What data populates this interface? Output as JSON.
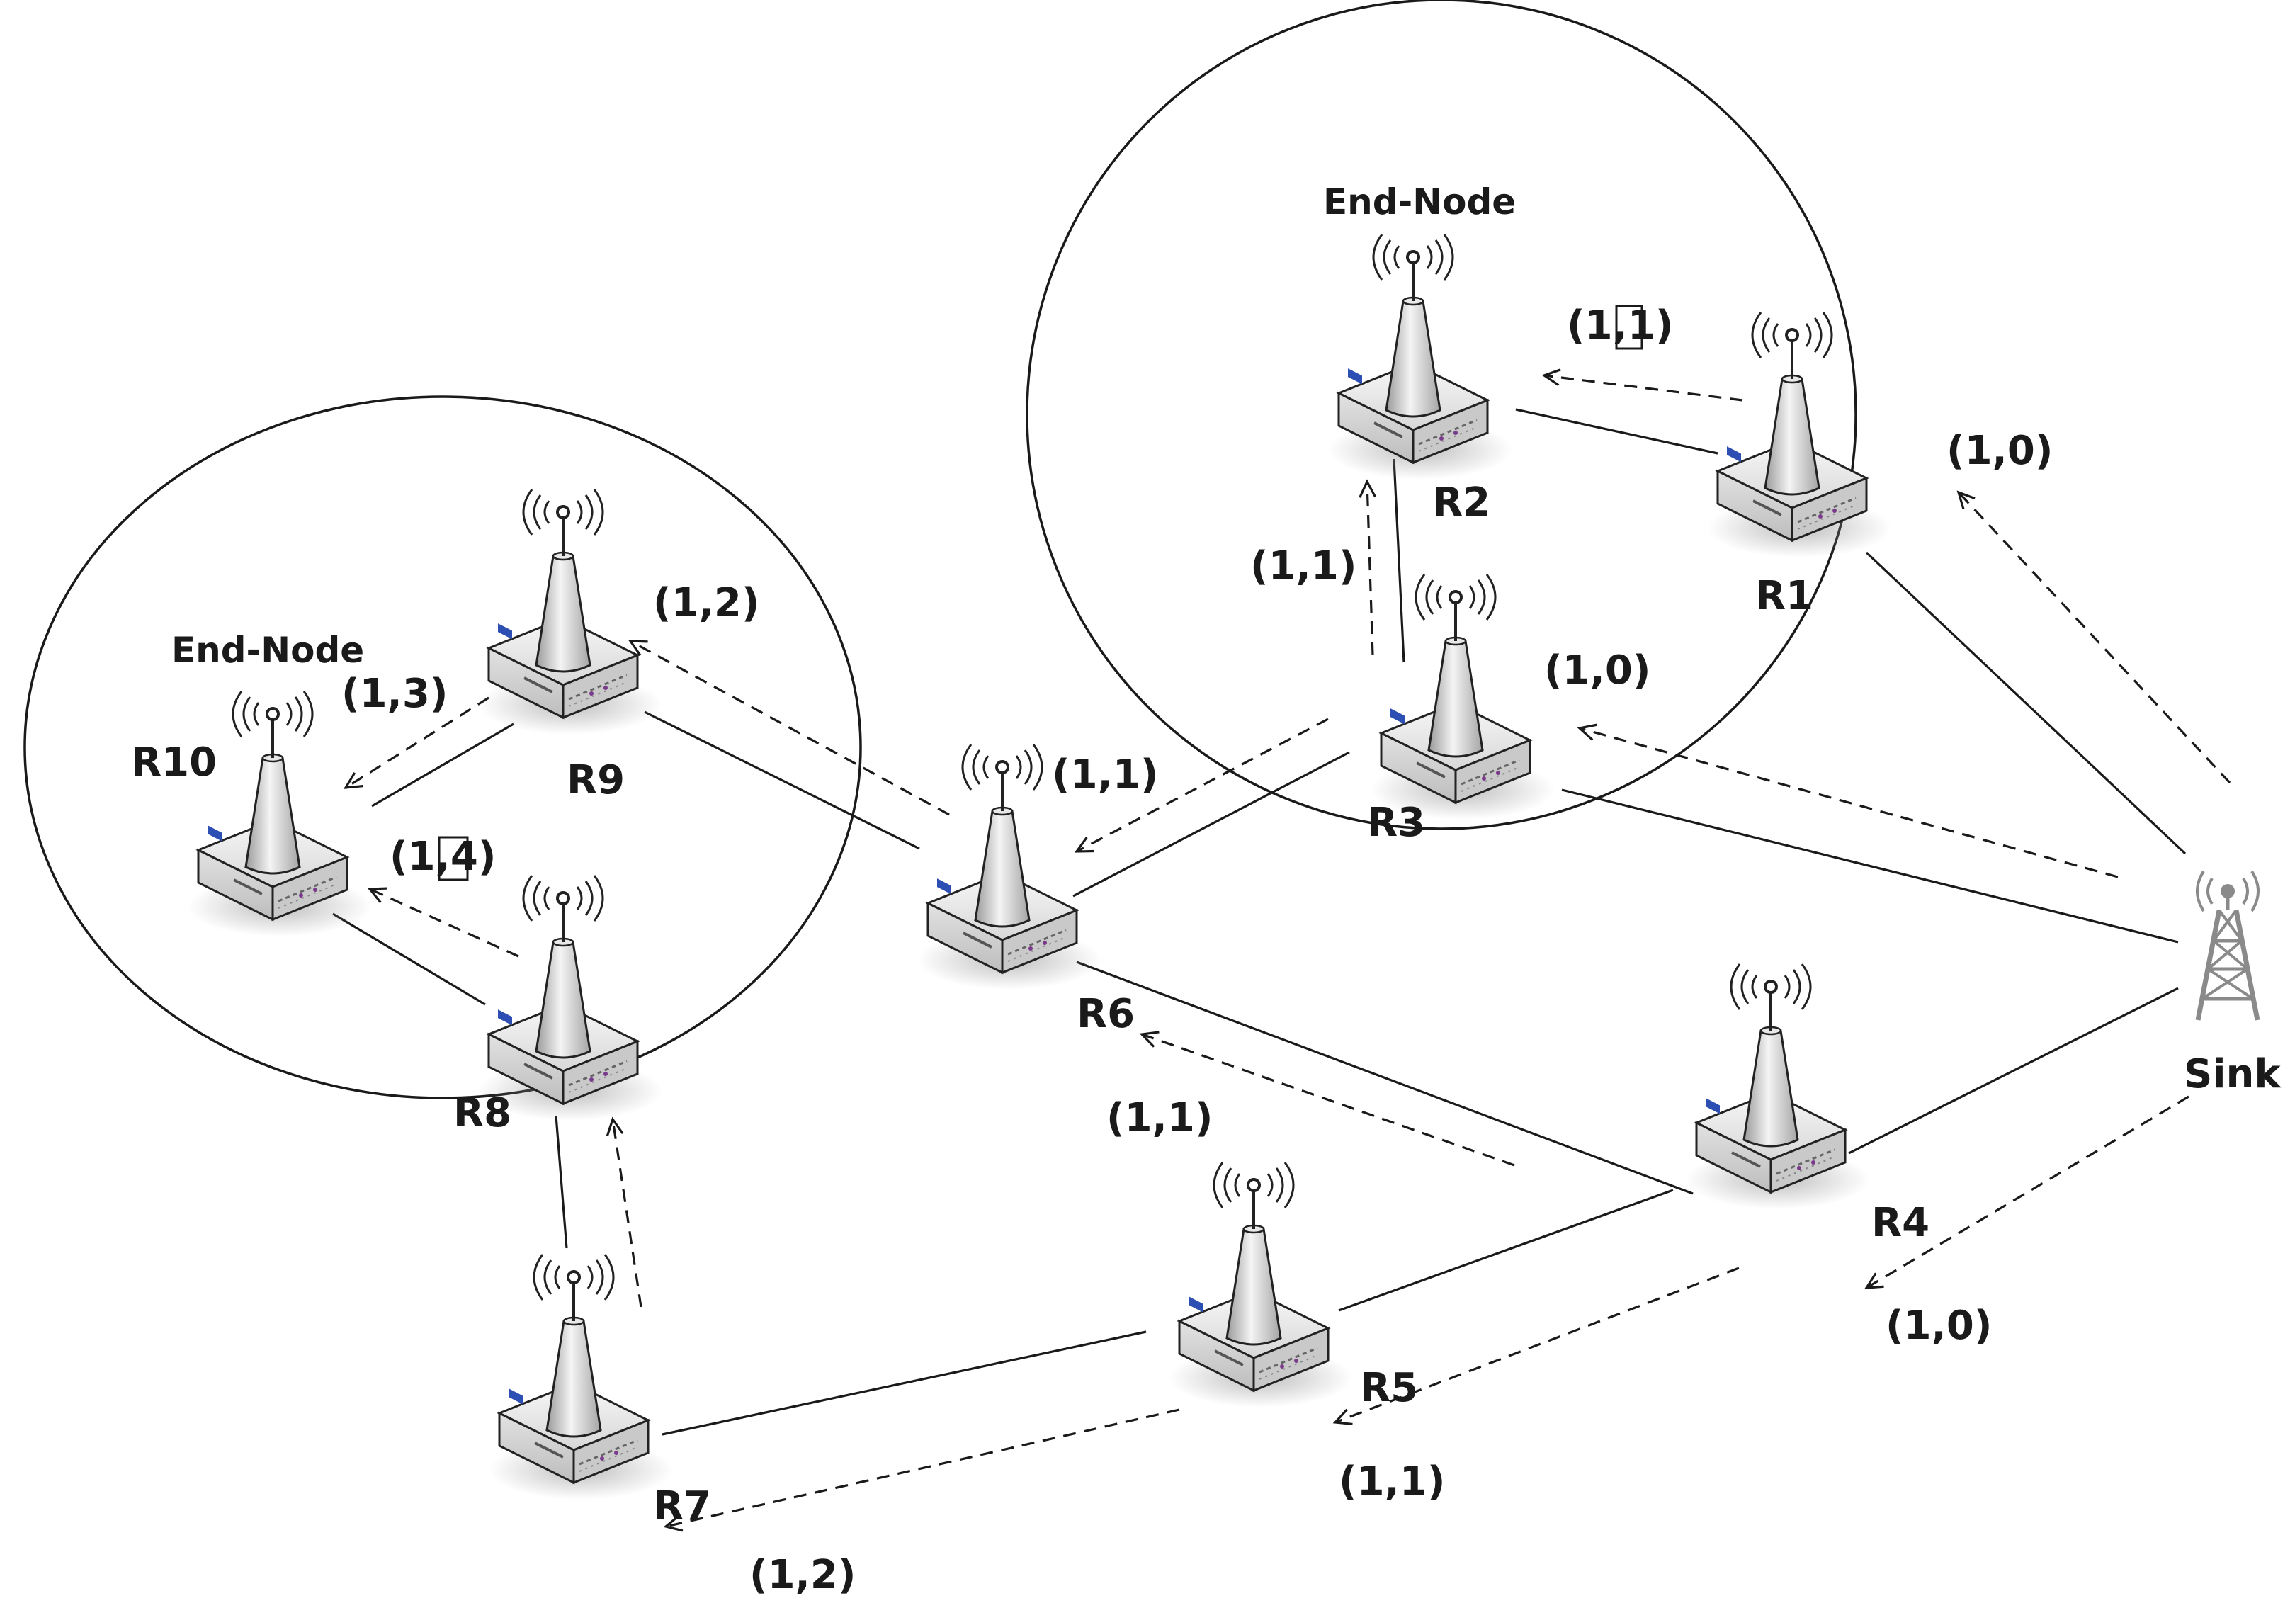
{
  "nodes": [
    {
      "id": "R1",
      "label": "R1"
    },
    {
      "id": "R2",
      "label": "R2",
      "role": "End-Node"
    },
    {
      "id": "R3",
      "label": "R3"
    },
    {
      "id": "R4",
      "label": "R4"
    },
    {
      "id": "R5",
      "label": "R5"
    },
    {
      "id": "R6",
      "label": "R6"
    },
    {
      "id": "R7",
      "label": "R7"
    },
    {
      "id": "R8",
      "label": "R8"
    },
    {
      "id": "R9",
      "label": "R9"
    },
    {
      "id": "R10",
      "label": "R10",
      "role": "End-Node"
    },
    {
      "id": "Sink",
      "label": "Sink"
    }
  ],
  "links": [
    [
      "R1",
      "Sink"
    ],
    [
      "R1",
      "R2"
    ],
    [
      "R2",
      "R3"
    ],
    [
      "R3",
      "Sink"
    ],
    [
      "R3",
      "R6"
    ],
    [
      "R6",
      "R9"
    ],
    [
      "R6",
      "R4"
    ],
    [
      "R4",
      "Sink"
    ],
    [
      "R4",
      "R5"
    ],
    [
      "R5",
      "R7"
    ],
    [
      "R7",
      "R8"
    ],
    [
      "R8",
      "R10"
    ],
    [
      "R9",
      "R10"
    ]
  ],
  "flows": [
    {
      "from": "Sink",
      "to": "R1"
    },
    {
      "from": "Sink",
      "to": "R3"
    },
    {
      "from": "Sink",
      "to": "R4"
    },
    {
      "from": "R1",
      "to": "R2"
    },
    {
      "from": "R3",
      "to": "R2"
    },
    {
      "from": "R3",
      "to": "R6"
    },
    {
      "from": "R4",
      "to": "R6"
    },
    {
      "from": "R4",
      "to": "R5"
    },
    {
      "from": "R5",
      "to": "R7"
    },
    {
      "from": "R7",
      "to": "R8"
    },
    {
      "from": "R6",
      "to": "R9"
    },
    {
      "from": "R9",
      "to": "R10"
    },
    {
      "from": "R8",
      "to": "R10"
    }
  ],
  "weights": [
    {
      "id": "w-r1",
      "pre": "(1,",
      "num": "0",
      "post": ")",
      "boxed": false
    },
    {
      "id": "w-r2",
      "pre": "(1,",
      "num": "1",
      "post": ")",
      "boxed": true
    },
    {
      "id": "w-r2b",
      "pre": "(1,",
      "num": "1",
      "post": ")",
      "boxed": false
    },
    {
      "id": "w-r3",
      "pre": "(1,",
      "num": "0",
      "post": ")",
      "boxed": false
    },
    {
      "id": "w-r6a",
      "pre": "(1,",
      "num": "1",
      "post": ")",
      "boxed": false
    },
    {
      "id": "w-r6b",
      "pre": "(1,",
      "num": "1",
      "post": ")",
      "boxed": false
    },
    {
      "id": "w-r4",
      "pre": "(1,",
      "num": "0",
      "post": ")",
      "boxed": false
    },
    {
      "id": "w-r5",
      "pre": "(1,",
      "num": "1",
      "post": ")",
      "boxed": false
    },
    {
      "id": "w-r7",
      "pre": "(1,",
      "num": "2",
      "post": ")",
      "boxed": false
    },
    {
      "id": "w-r9",
      "pre": "(1,",
      "num": "2",
      "post": ")",
      "boxed": false
    },
    {
      "id": "w-r10a",
      "pre": "(1,",
      "num": "3",
      "post": ")",
      "boxed": false
    },
    {
      "id": "w-r10b",
      "pre": "(1,",
      "num": "4",
      "post": ")",
      "boxed": true
    }
  ],
  "clusters": [
    {
      "id": "cluster-right",
      "members": [
        "R1",
        "R2",
        "R3"
      ]
    },
    {
      "id": "cluster-left",
      "members": [
        "R8",
        "R9",
        "R10"
      ]
    }
  ],
  "end_node_label": "End-Node"
}
